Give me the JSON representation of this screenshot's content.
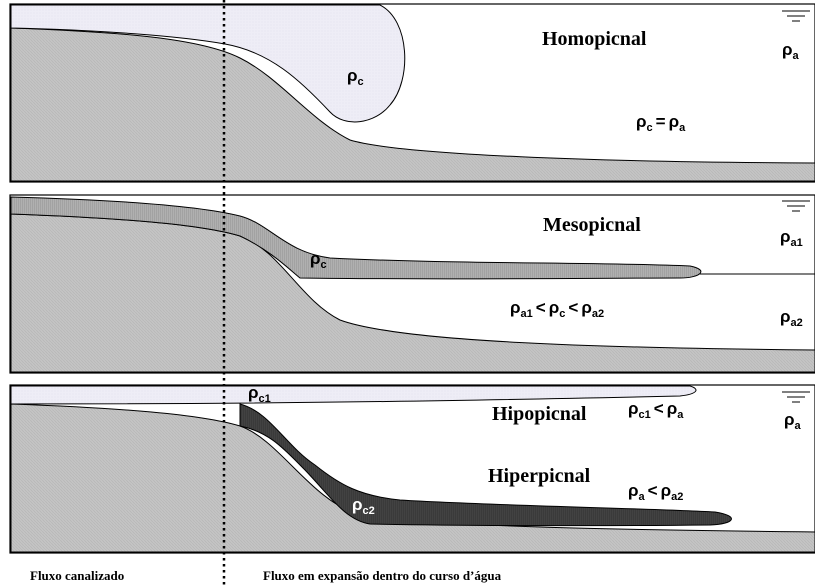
{
  "panels": {
    "homopicnal": {
      "title": "Homopicnal",
      "current_label": "ρ",
      "current_sub": "c",
      "eq_a": "ρ",
      "eq_a_sub": "c",
      "eq_op": "=",
      "eq_b": "ρ",
      "eq_b_sub": "a",
      "water_label": "ρ",
      "water_sub": "a"
    },
    "mesopicnal": {
      "title": "Mesopicnal",
      "current_label": "ρ",
      "current_sub": "c",
      "eq_a": "ρ",
      "eq_a_sub": "a1",
      "eq_op1": "<",
      "eq_b": "ρ",
      "eq_b_sub": "c",
      "eq_op2": "<",
      "eq_c": "ρ",
      "eq_c_sub": "a2",
      "water_top_label": "ρ",
      "water_top_sub": "a1",
      "water_bottom_label": "ρ",
      "water_bottom_sub": "a2"
    },
    "hipo_hiper": {
      "hipo_title": "Hipopicnal",
      "hiper_title": "Hiperpicnal",
      "current1_label": "ρ",
      "current1_sub": "c1",
      "current2_label": "ρ",
      "current2_sub": "c2",
      "hipo_eq_a": "ρ",
      "hipo_eq_a_sub": "c1",
      "hipo_eq_op": "<",
      "hipo_eq_b": "ρ",
      "hipo_eq_b_sub": "a",
      "hiper_eq_a": "ρ",
      "hiper_eq_a_sub": "a",
      "hiper_eq_op": "<",
      "hiper_eq_b": "ρ",
      "hiper_eq_b_sub": "a2",
      "water_label": "ρ",
      "water_sub": "a"
    }
  },
  "footer": {
    "left": "Fluxo canalizado",
    "right": "Fluxo em expansão dentro do curso d’água"
  },
  "colors": {
    "bed": "#c8c8c8",
    "light_current": "#ecebf4",
    "medium_current": "#a8a8a8",
    "dark_current": "#3c3c3c",
    "outline": "#000000"
  }
}
